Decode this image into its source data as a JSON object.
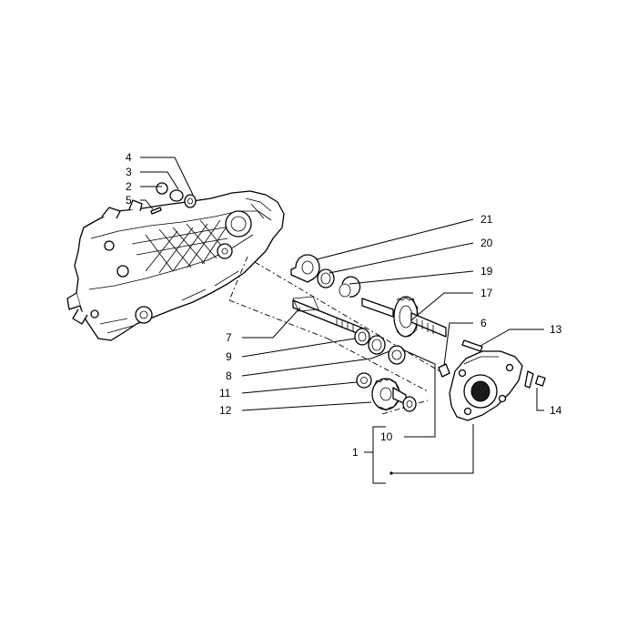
{
  "callouts": {
    "n1": "1",
    "n2": "2",
    "n3": "3",
    "n4": "4",
    "n5": "5",
    "n6": "6",
    "n7": "7",
    "n8": "8",
    "n9": "9",
    "n10": "10",
    "n11": "11",
    "n12": "12",
    "n13": "13",
    "n14": "14",
    "n17": "17",
    "n19": "19",
    "n20": "20",
    "n21": "21"
  }
}
